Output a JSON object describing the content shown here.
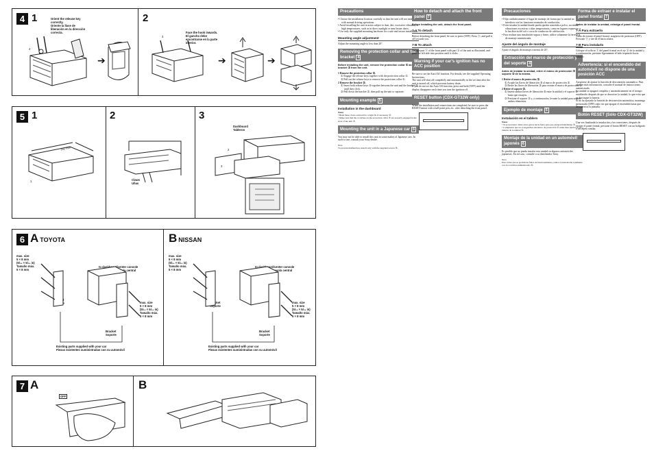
{
  "fig4": {
    "step": "4",
    "sub1": "1",
    "sub2": "2",
    "note1_en": "Orient the release key correctly.",
    "note1_es": "Oriente la llave de liberación en la dirección correcta.",
    "note2_en": "Face the hook inwards.",
    "note2_es": "El gancho debe encontrarse en la parte interior.",
    "callout_a": "4",
    "callout_b": "3",
    "arrow": "➔"
  },
  "fig5": {
    "step": "5",
    "sub1": "1",
    "sub2": "2",
    "sub3": "3",
    "dim": "182 mm",
    "claws": "Claws\nUñas",
    "tablets": "Dashboard\nTableros",
    "callout_1": "1",
    "callout_2": "2",
    "callout_3": "3"
  },
  "fig6": {
    "step": "6",
    "a_letter": "A",
    "a_brand": "TOYOTA",
    "b_letter": "B",
    "b_brand": "NISSAN",
    "size_a": "max. size\n5 × 8 mm\n(5/₁₆ × 5/₁₆ in)\nTamaño máx.\n5 × 8 mm",
    "size_b": "max. size\n5 × 8 mm\n(5/₁₆ × 5/₁₆ in)\nTamaño máx.\n5 × 8 mm",
    "console": "to dashboard/center console\nal tablero o consola central",
    "bracket": "Bracket\nSoporte",
    "existing": "Existing parts supplied with your car\nPiezas existentes suministradas con su automóvil"
  },
  "fig7": {
    "step": "7",
    "a_letter": "A",
    "b_letter": "B",
    "off_label": "OFF"
  },
  "col1": {
    "precautions_h": "Precautions",
    "precautions": [
      "• Choose the installation location carefully so that the unit will not interfere with normal driving operations.",
      "• Avoid installing the unit in areas subject to dust, dirt, excessive vibration, or high temperatures, such as in direct sunlight or near heater ducts.",
      "• Use only the supplied mounting hardware for a safe and secure installation."
    ],
    "angle_h": "Mounting angle adjustment",
    "angle": "Adjust the mounting angle to less than 20°.",
    "remove_h": "Removing the protection collar and the bracket",
    "remove_num": "4",
    "remove_intro": "Before installing the unit, remove the protection collar ① and the bracket ② from the unit.",
    "remove_steps": [
      "1 Remove the protection collar ①.",
      "① Engage the release keys together with the protection collar ①.",
      "② Pull out the release keys to remove the protection collar ①.",
      "2 Remove the bracket ②.",
      "① Insert both release keys ③ together between the unit and the bracket ② until they click.",
      "② Pull down the bracket ②, then pull up the unit to separate."
    ],
    "mount_h": "Mounting example",
    "mount_num": "5",
    "dash_h": "Installation in the dashboard",
    "dash_notes": [
      "Notes",
      "• Bend these claws outward for a tight fit, if necessary ②.",
      "• Make sure that the 4 catches on the protection collar ④ are properly engaged in the slots of the unit ⑤."
    ],
    "japan_h": "Mounting the unit in a Japanese car",
    "japan_num": "6",
    "japan": "You may not be able to install this unit in some makes of Japanese cars. In such a case, consult your Sony dealer.",
    "japan_note": "Note\nTo prevent malfunction, install only with the supplied screws ⑥."
  },
  "col2": {
    "detach_h": "How to detach and attach the front panel",
    "detach_num": "7",
    "detach_intro": "Before installing the unit, detach the front panel.",
    "a_h": "7-A To detach",
    "a_text": "Before detaching the front panel, be sure to press (OFF). Press ⓐ, and pull it off towards you.",
    "b_h": "7-B To attach",
    "b_text": "Engage part ⓐ of the front panel with part ⓑ of the unit as illustrated, and push the left side into position until it clicks.",
    "warn_h": "Warning if your car's ignition has no ACC position",
    "warn_text": "Be sure to set the Auto Off function. For details, see the supplied Operating Instructions.\nThe unit will shut off completely and automatically in the set time after the unit is turned off, which prevents battery drain.\nIf you do not set the Auto Off function, press and hold (OFF) until the display disappears each time you turn the ignition off.",
    "reset_h": "RESET button (CDX-GT32W only)",
    "reset_text": "When the installation and connections are completed, be sure to press the RESET button with a ball-point pen, etc. after detaching the front panel."
  },
  "col3": {
    "prec_h": "Precauciones",
    "prec": [
      "• Elija cuidadosamente el lugar de montaje de forma que la unidad no interfiera con las funciones normales de conducción.",
      "• Evite instalar la unidad donde pueda quedar sometida a polvo, suciedad, vibraciones excesivas o altas temperaturas, como en lugares expuestos a la luz directa del sol o cerca de conductos de calefacción.",
      "• Para realizar una instalación segura y firme, utilice solamente la ferretería de montaje suministrada."
    ],
    "angle_h": "Ajuste del ángulo de montaje",
    "angle": "Ajuste el ángulo de montaje a menos de 20°.",
    "remove_h": "Extracción del marco de protección y del soporte",
    "remove_num": "4",
    "remove_intro": "Antes de instalar la unidad, retire el marco de protección ① y el soporte ② de la misma.",
    "remove_steps": [
      "1 Retire el marco de protección ①.",
      "① Acople las llaves de liberación ③ al marco de protección ①.",
      "② Retire las llaves de liberación ③ para extraer el marco de protección ①.",
      "2 Retire el soporte ②.",
      "① Inserte ambas llaves de liberación ③ entre la unidad y el soporte ② hasta que encajen.",
      "② Presione el soporte ② y, a continuación, levante la unidad para separar ambos elementos."
    ],
    "mount_h": "Ejemplo de montaje",
    "mount_num": "5",
    "dash_h": "Instalación en el tablero",
    "dash_notes": [
      "Notas",
      "• Si es necesario doble estas garras hacia fuera para que encajen firmemente ②.",
      "• Compruebe que los 4 enganches del marco de protección ④ están bien fijados en las ranuras de la unidad ⑤."
    ],
    "japan_h": "Montaje de la unidad en un automóvil japonés",
    "japan_num": "6",
    "japan": "Es posible que no pueda instalar esta unidad en algunos automóviles japoneses. En tal caso, consulte a su distribuidor Sony.",
    "japan_note": "Nota\nPara evitar que se produzcan fallos de funcionamiento, realice la instalación solamente con los tornillos suministrados ⑥."
  },
  "col4": {
    "detach_h": "Forma de extraer e instalar el panel frontal",
    "detach_num": "7",
    "detach_intro": "Antes de instalar la unidad, extraiga el panel frontal.",
    "a_h": "7-A Para extraerlo",
    "a_text": "Antes de extraer el panel frontal, asegúrese de presionar (OFF). Presione ⓐ y tire de él hacia afuera.",
    "b_h": "7-B Para instalarlo",
    "b_text": "Coloque el orificio ⓐ del panel frontal en el eje ⓑ de la unidad y, a continuación, presione ligeramente el lado izquierdo hacia adentro.",
    "warn_h": "Advertencia: si el encendido del automóvil no dispone de una posición ACC",
    "warn_text": "Asegúrese de ajustar la función de desconexión automática. Para obtener más información, consulte el manual de instrucciones suministrado.\nLa unidad se apagará completa y automáticamente en el tiempo establecido después de que se desactive la unidad, lo que evita que se descargue la batería.\nSi no ha ajustado la función de desconexión automática, mantenga presionado (OFF) cada vez que apague el encendido hasta que desaparezca la pantalla.",
    "reset_h": "Botón RESET (Sólo CDX-GT32W)",
    "reset_text": "Una vez finalizada la instalación y las conexiones, después de extraer el panel frontal, presione el botón RESET con un bolígrafo o un objeto similar."
  }
}
